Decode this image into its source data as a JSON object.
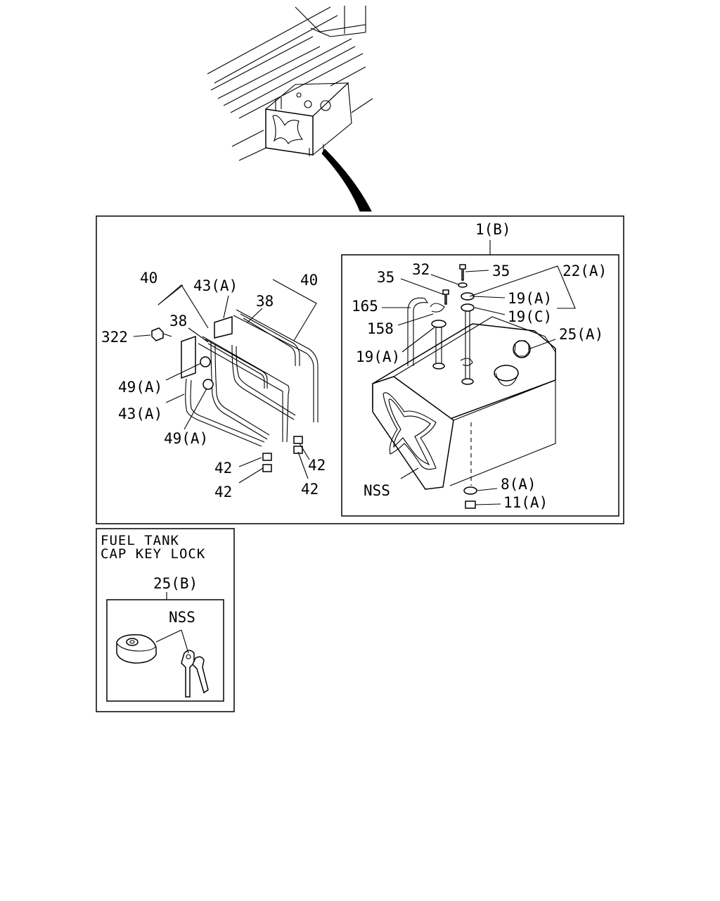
{
  "inset": {
    "title_line1": "FUEL TANK",
    "title_line2": "CAP KEY LOCK"
  },
  "labels": {
    "tank_assembly": "1(B)",
    "bolt_top": "35",
    "washer_32": "32",
    "bolt_side": "35",
    "packing_22a": "22(A)",
    "hose_165": "165",
    "clip_158": "158",
    "gasket_19a_right": "19(A)",
    "gasket_19c": "19(C)",
    "gasket_19a_left": "19(A)",
    "cap_25a": "25(A)",
    "tank_nss": "NSS",
    "packing_8a": "8(A)",
    "plug_11a": "11(A)",
    "band_40_left": "40",
    "band_40_right": "40",
    "bracket_43a_top": "43(A)",
    "rubber_38_right": "38",
    "rubber_38_left": "38",
    "bolt_322": "322",
    "nut_49a_upper": "49(A)",
    "bracket_43a_bottom": "43(A)",
    "nut_49a_lower": "49(A)",
    "nut_42_a": "42",
    "nut_42_b": "42",
    "nut_42_c": "42",
    "nut_42_d": "42",
    "cap_25b": "25(B)",
    "key_nss": "NSS"
  }
}
